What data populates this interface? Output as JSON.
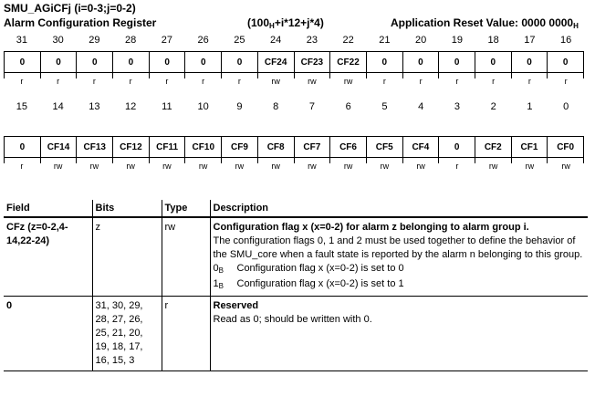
{
  "register": {
    "name": "SMU_AGiCFj (i=0-3;j=0-2)",
    "title": "Alarm Configuration Register",
    "offset_main": "(100",
    "offset_sub": "H",
    "offset_tail": "+i*12+j*4)",
    "reset_label": "Application Reset Value: 0000 0000",
    "reset_sub": "H"
  },
  "upper": {
    "bits": [
      "31",
      "30",
      "29",
      "28",
      "27",
      "26",
      "25",
      "24",
      "23",
      "22",
      "21",
      "20",
      "19",
      "18",
      "17",
      "16"
    ],
    "cells": [
      "0",
      "0",
      "0",
      "0",
      "0",
      "0",
      "0",
      "CF24",
      "CF23",
      "CF22",
      "0",
      "0",
      "0",
      "0",
      "0",
      "0"
    ],
    "access": [
      "r",
      "r",
      "r",
      "r",
      "r",
      "r",
      "r",
      "rw",
      "rw",
      "rw",
      "r",
      "r",
      "r",
      "r",
      "r",
      "r"
    ]
  },
  "lower": {
    "bits": [
      "15",
      "14",
      "13",
      "12",
      "11",
      "10",
      "9",
      "8",
      "7",
      "6",
      "5",
      "4",
      "3",
      "2",
      "1",
      "0"
    ],
    "cells": [
      "0",
      "CF14",
      "CF13",
      "CF12",
      "CF11",
      "CF10",
      "CF9",
      "CF8",
      "CF7",
      "CF6",
      "CF5",
      "CF4",
      "0",
      "CF2",
      "CF1",
      "CF0"
    ],
    "access": [
      "r",
      "rw",
      "rw",
      "rw",
      "rw",
      "rw",
      "rw",
      "rw",
      "rw",
      "rw",
      "rw",
      "rw",
      "r",
      "rw",
      "rw",
      "rw"
    ]
  },
  "table": {
    "headers": {
      "field": "Field",
      "bits": "Bits",
      "type": "Type",
      "description": "Description"
    },
    "rows": [
      {
        "field": "CFz (z=0-2,4-14,22-24)",
        "bits": "z",
        "type": "rw",
        "desc_title": "Configuration flag x (x=0-2) for alarm z belonging to alarm group i.",
        "desc_text": "The configuration flags 0, 1 and 2 must be used together to define the behavior of the SMU_core when a fault state is reported by the alarm n belonging to this group.",
        "enum": [
          {
            "value": "0",
            "sub": "B",
            "text": "Configuration flag x (x=0-2) is set to 0"
          },
          {
            "value": "1",
            "sub": "B",
            "text": "Configuration flag x (x=0-2) is set to 1"
          }
        ]
      },
      {
        "field": "0",
        "bits": "31, 30, 29, 28, 27, 26, 25, 21, 20, 19, 18, 17, 16, 15, 3",
        "type": "r",
        "desc_title": "Reserved",
        "desc_text": "Read as 0; should be written with 0."
      }
    ]
  }
}
